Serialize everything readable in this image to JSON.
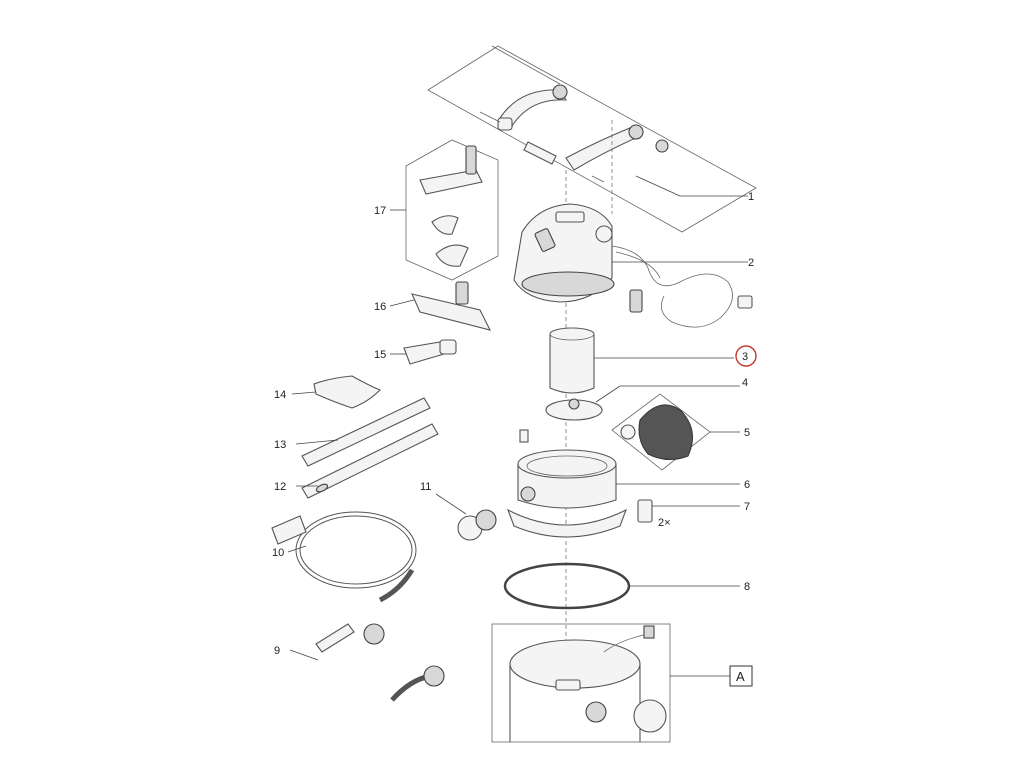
{
  "callouts": {
    "c1": "1",
    "c2": "2",
    "c3": "3",
    "c4": "4",
    "c5": "5",
    "c6": "6",
    "c7": "7",
    "c7_qty": "2×",
    "c8": "8",
    "c9": "9",
    "c10": "10",
    "c11": "11",
    "c12": "12",
    "c13": "13",
    "c14": "14",
    "c15": "15",
    "c16": "16",
    "c17": "17",
    "detail": "A"
  },
  "colors": {
    "highlight_circle": "#c0392b",
    "line": "#555555",
    "background": "#ffffff"
  }
}
